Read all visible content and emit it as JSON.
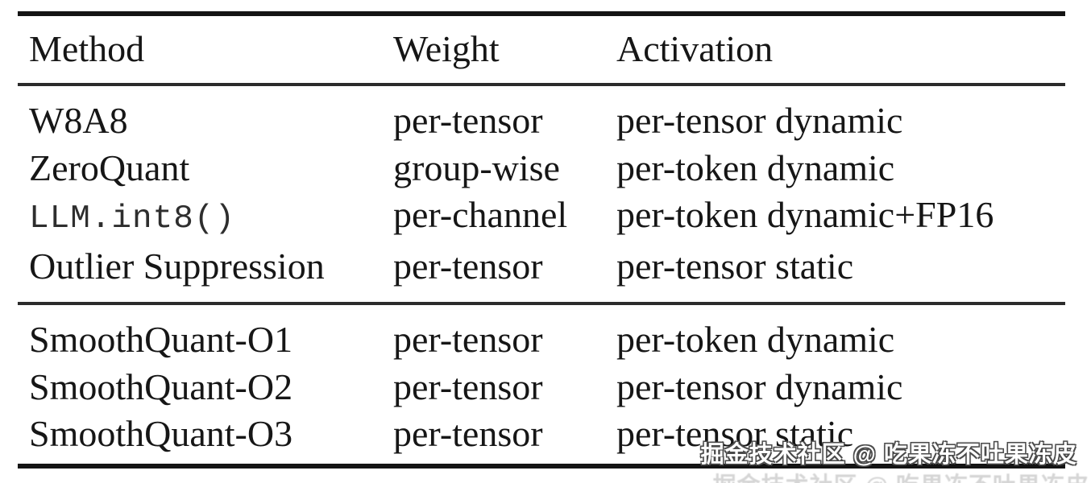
{
  "table": {
    "columns": {
      "method": "Method",
      "weight": "Weight",
      "activation": "Activation"
    },
    "groups": [
      {
        "rows": [
          {
            "method": "W8A8",
            "weight": "per-tensor",
            "activation": "per-tensor dynamic"
          },
          {
            "method": "ZeroQuant",
            "weight": "group-wise",
            "activation": "per-token dynamic"
          },
          {
            "method": "LLM.int8()",
            "weight": "per-channel",
            "activation": "per-token dynamic+FP16"
          },
          {
            "method": "Outlier Suppression",
            "weight": "per-tensor",
            "activation": "per-tensor static"
          }
        ]
      },
      {
        "rows": [
          {
            "method": "SmoothQuant-O1",
            "weight": "per-tensor",
            "activation": "per-token dynamic"
          },
          {
            "method": "SmoothQuant-O2",
            "weight": "per-tensor",
            "activation": "per-tensor dynamic"
          },
          {
            "method": "SmoothQuant-O3",
            "weight": "per-tensor",
            "activation": "per-tensor static"
          }
        ]
      }
    ]
  },
  "watermark": {
    "text": "掘金技术社区 @ 吃果冻不吐果冻皮"
  },
  "colors": {
    "background": "#ffffff",
    "text": "#161616",
    "rule_thick": "#141414",
    "rule_thin": "#2b2b2b",
    "watermark_fill": "#ffffff",
    "watermark_outline": "#4a4a4a"
  }
}
